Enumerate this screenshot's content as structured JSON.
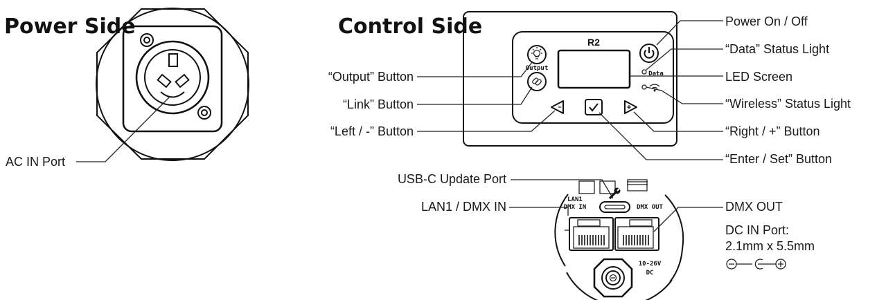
{
  "headings": {
    "power_side": "Power Side",
    "control_side": "Control Side"
  },
  "device": {
    "model": "R2",
    "output_caption": "Output",
    "data_caption": "Data",
    "lan1_caption": "LAN1",
    "dmx_in_caption": "DMX IN",
    "dmx_out_caption": "DMX OUT",
    "voltage_caption": "10-26V",
    "dc_caption": "DC"
  },
  "callouts": {
    "ac_in": "AC IN Port",
    "power": "Power On / Off",
    "data_light": "“Data” Status Light",
    "led_screen": "LED Screen",
    "wireless_light": "“Wireless” Status Light",
    "right": "“Right / +” Button",
    "enter": "“Enter / Set” Button",
    "output": "“Output” Button",
    "link": "“Link” Button",
    "left": "“Left / -” Button",
    "usb": "USB-C Update Port",
    "lan1": "LAN1 / DMX IN",
    "dmx_out": "DMX OUT",
    "dc_in_line1": "DC IN Port:",
    "dc_in_line2": "2.1mm x 5.5mm"
  },
  "icons": [
    "bulb-icon",
    "link-icon",
    "power-icon",
    "left-arrow-icon",
    "check-icon",
    "plus-arrow-icon",
    "wifi-icon",
    "wrench-icon",
    "polarity-icon"
  ]
}
